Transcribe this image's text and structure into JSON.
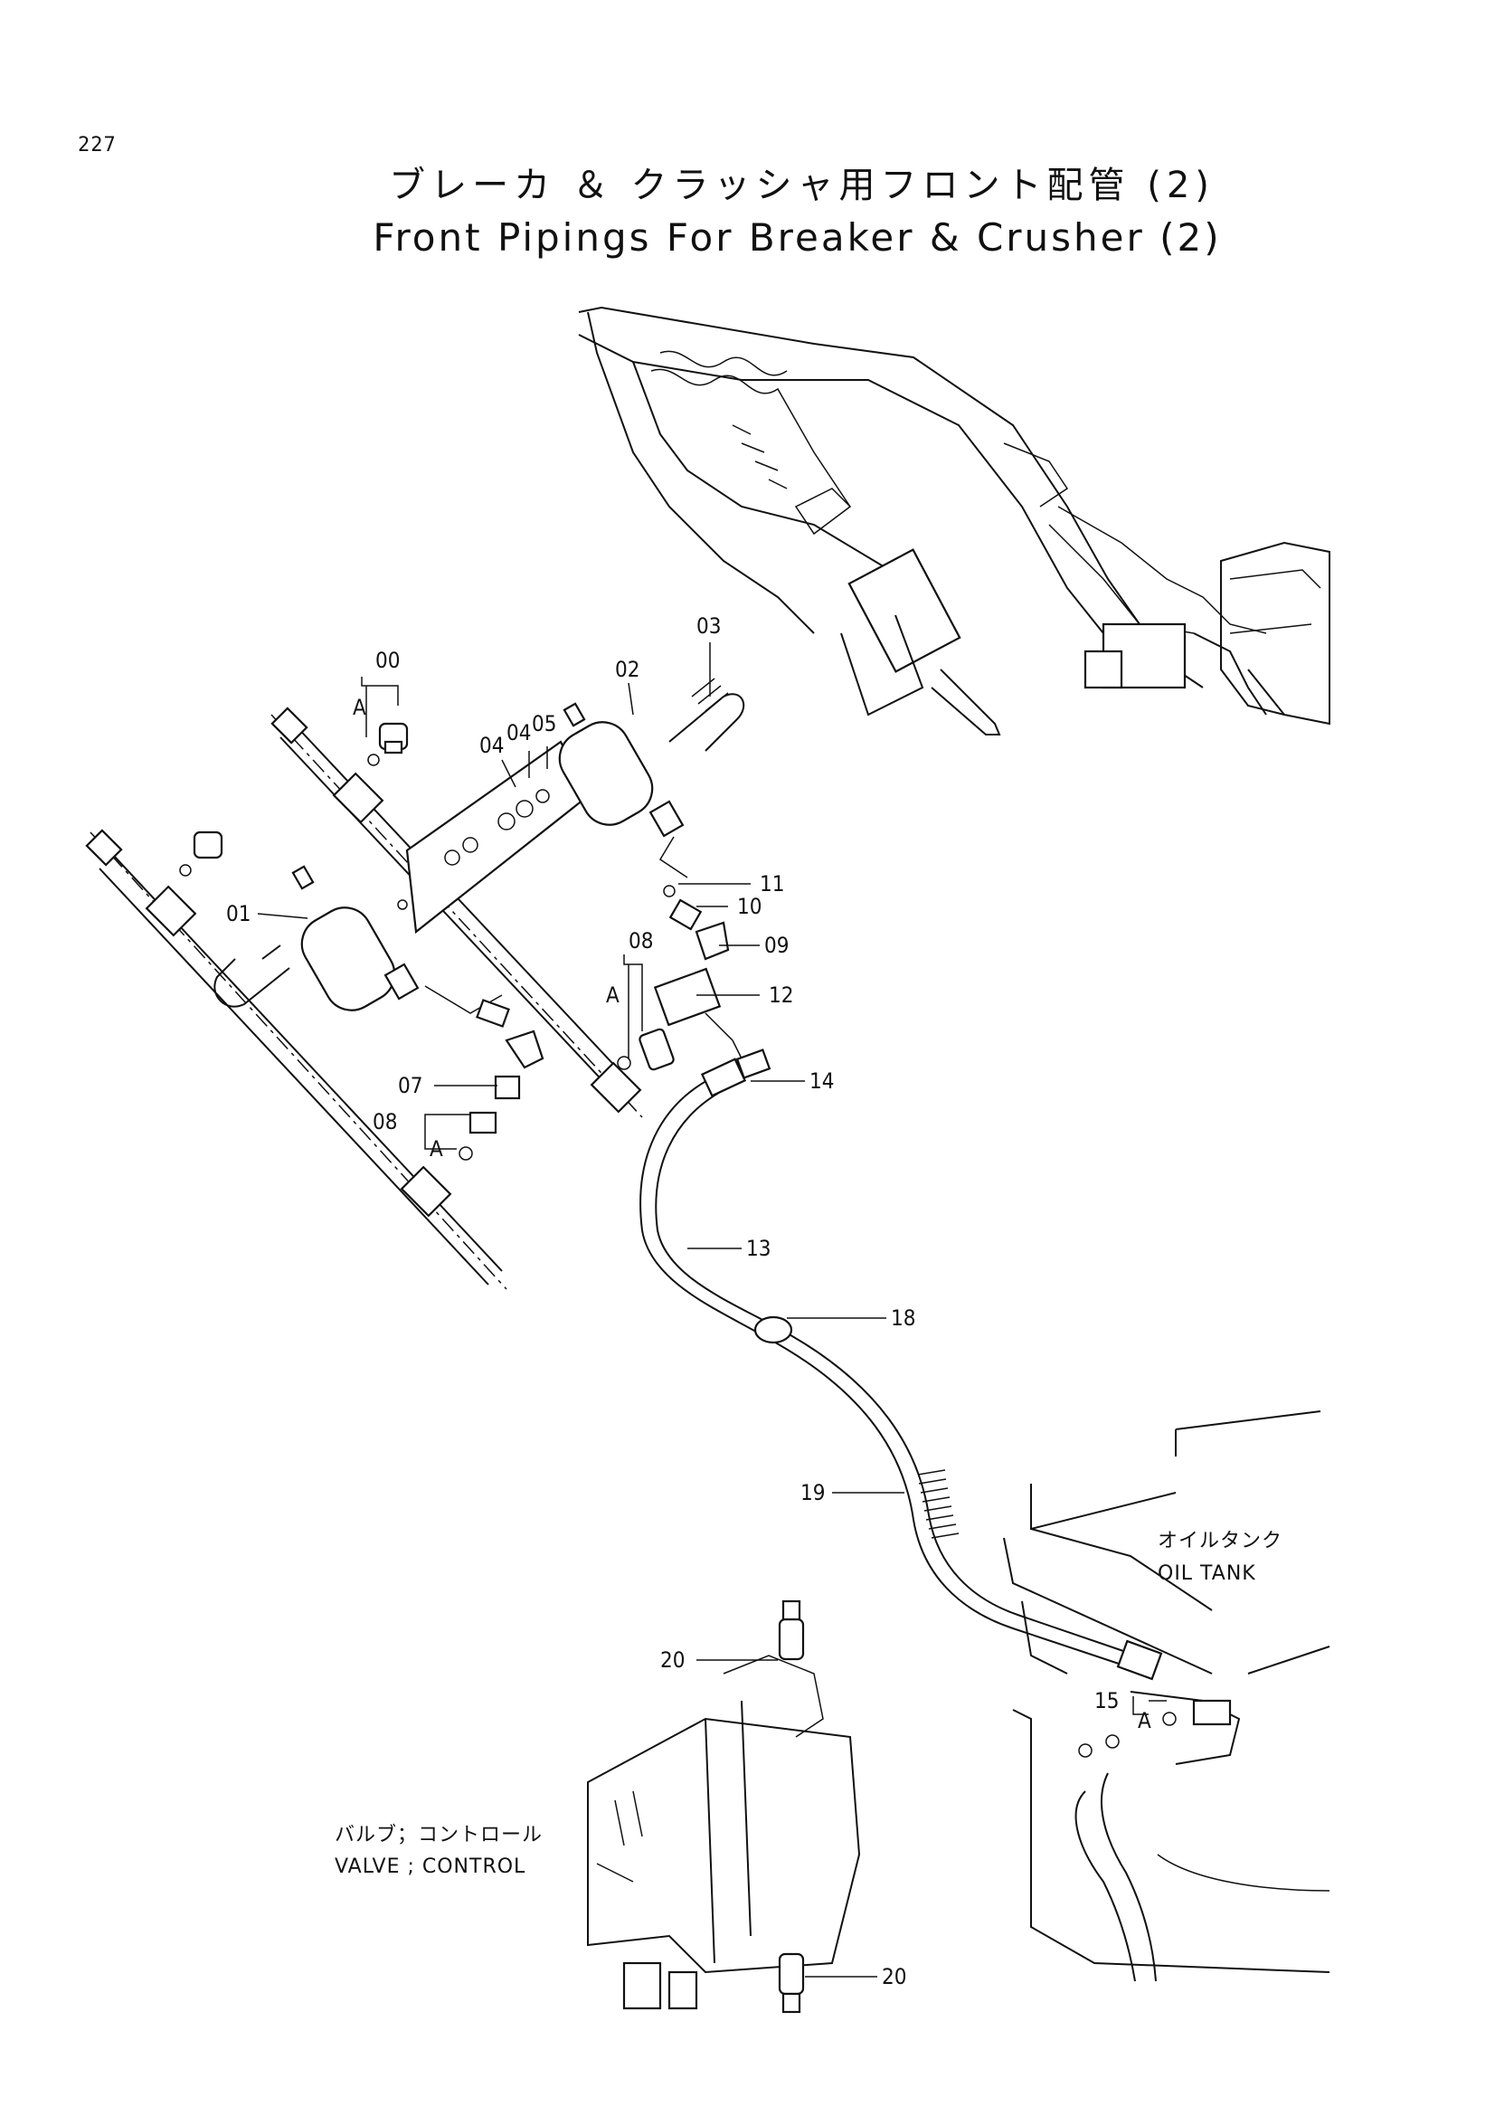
{
  "page_number": "227",
  "title_jp": "ブレーカ ＆ クラッシャ用フロント配管 (2)",
  "title_en": "Front Pipings For Breaker & Crusher (2)",
  "part_labels": [
    "00",
    "A",
    "02",
    "03",
    "04",
    "04",
    "05",
    "01",
    "11",
    "10",
    "08",
    "09",
    "A",
    "12",
    "14",
    "07",
    "08",
    "A",
    "13",
    "18",
    "19",
    "20",
    "15",
    "A",
    "20"
  ],
  "captions": {
    "oil_tank_jp": "オイルタンク",
    "oil_tank_en": "OIL  TANK",
    "valve_jp": "バルブ；コントロール",
    "valve_en": "VALVE ; CONTROL"
  }
}
